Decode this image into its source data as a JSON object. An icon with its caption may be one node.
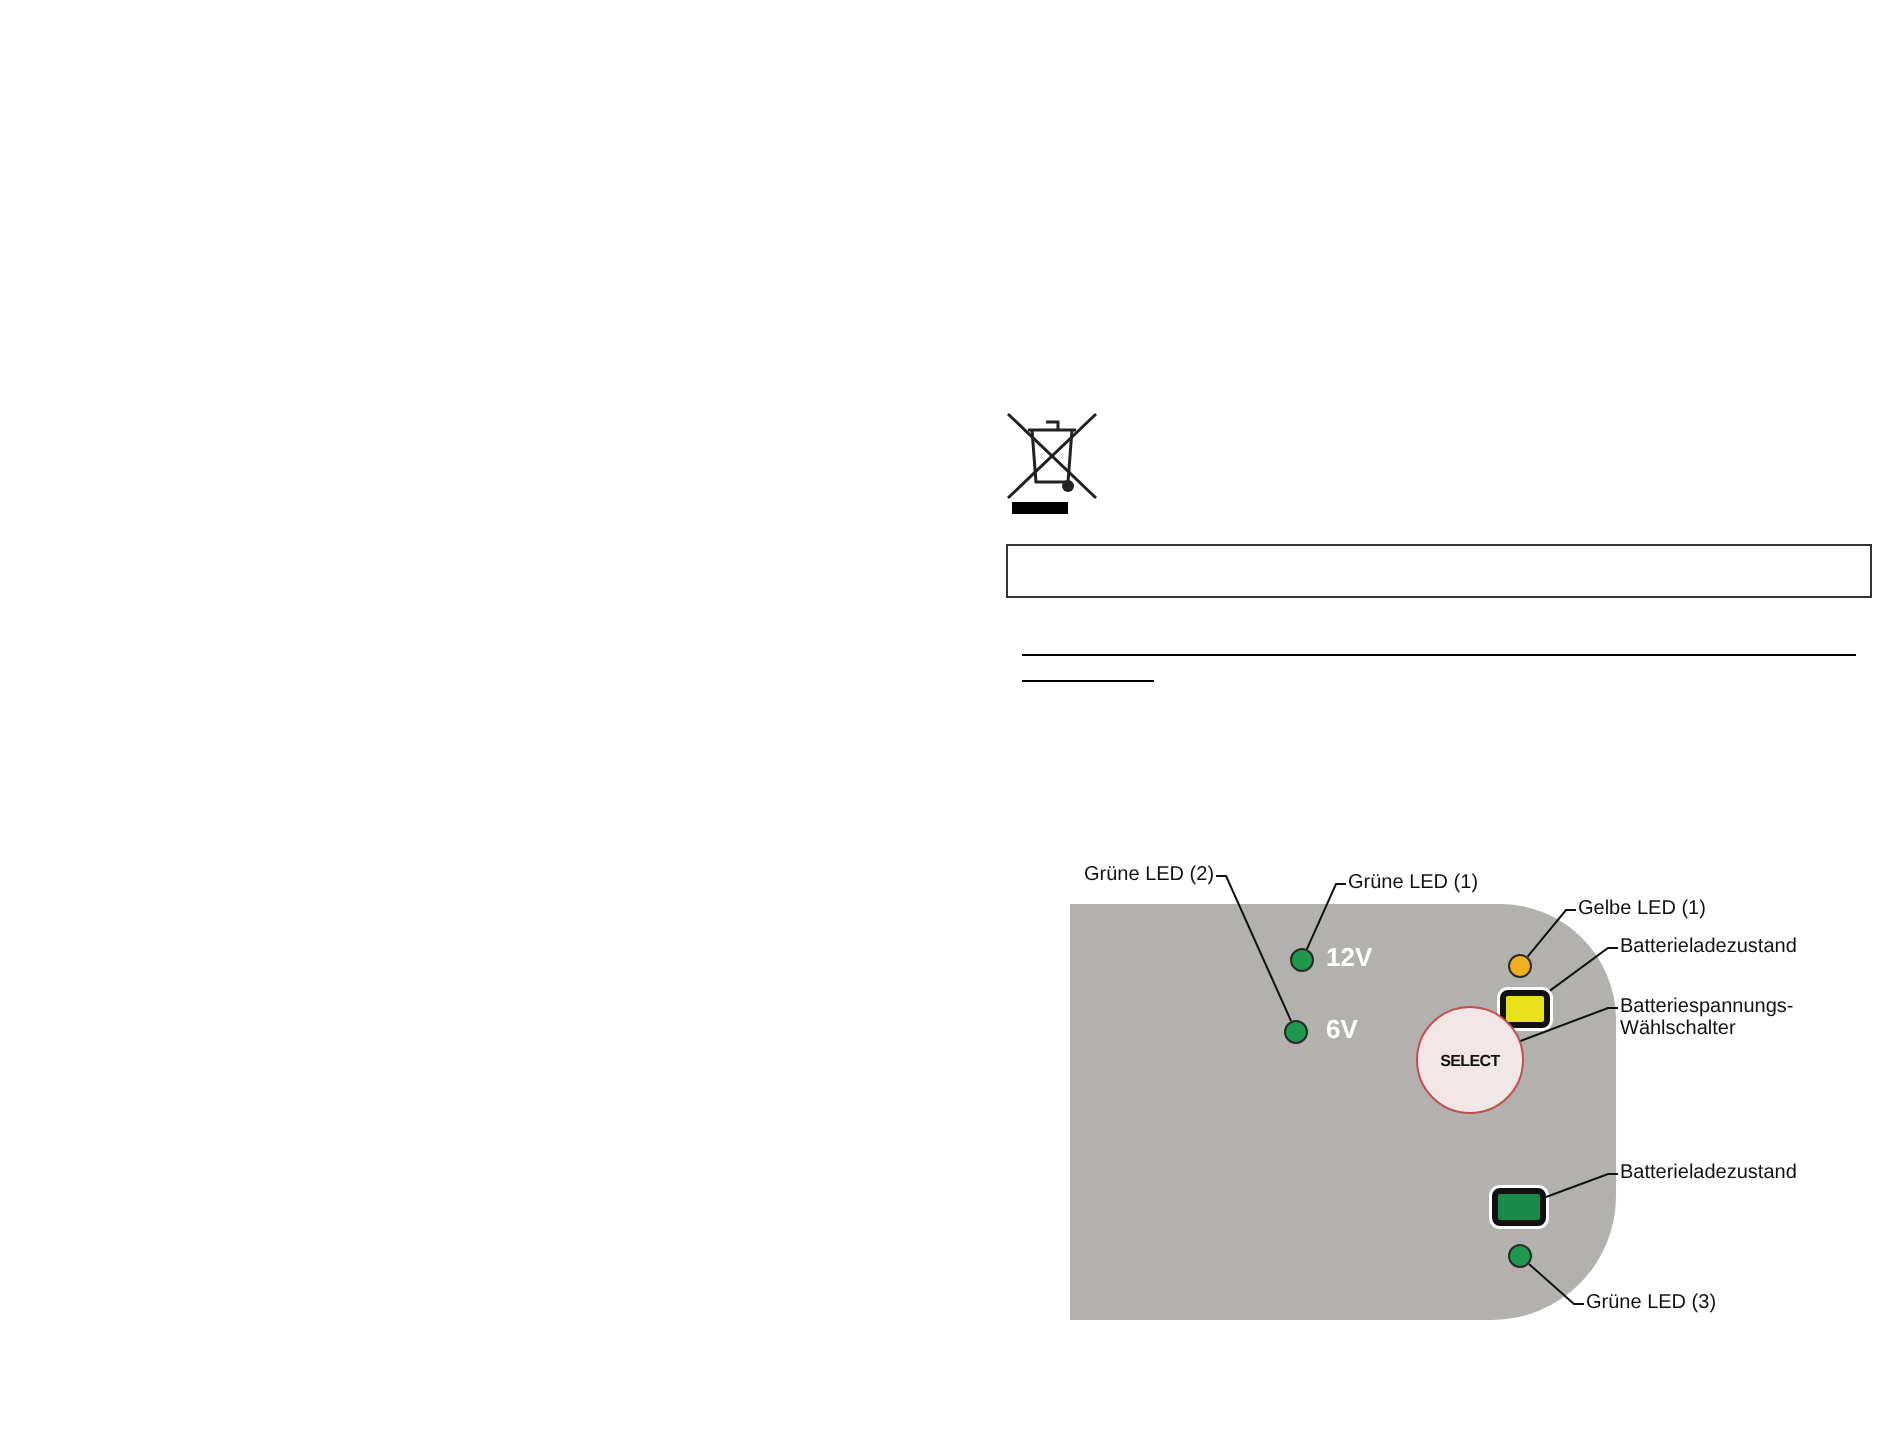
{
  "diagram": {
    "nodes": [
      {
        "text": [],
        "shape": "box"
      },
      {
        "text": [
          "Grüne LED (2)"
        ]
      },
      {
        "text": [
          "Grüne LED (1)"
        ]
      },
      {
        "text": [
          "Gelbe LED (1)"
        ]
      },
      {
        "text": [
          "Batterieladezustand"
        ]
      },
      {
        "text": [
          "Batteriespannungs- Wählschalter"
        ]
      },
      {
        "text": [
          "Batterieladezustand"
        ]
      },
      {
        "text": [
          "Grüne LED (3)"
        ]
      },
      {
        "text": [],
        "shape": "circle",
        "in": 0
      },
      {
        "text": [],
        "shape": "circle",
        "in": 0
      },
      {
        "text": [],
        "shape": "circle",
        "in": 0
      },
      {
        "text": [],
        "shape": "box",
        "in": 0
      },
      {
        "text": [
          "SELECT"
        ],
        "in": 0
      },
      {
        "text": [],
        "shape": "box",
        "in": 0
      },
      {
        "text": [],
        "shape": "circle",
        "in": 0
      }
    ],
    "edges": [
      {
        "from": 1,
        "to": 9,
        "arrow": "none"
      },
      {
        "from": 2,
        "to": 8,
        "arrow": "none"
      },
      {
        "from": 3,
        "to": 10,
        "arrow": "none"
      },
      {
        "from": 4,
        "to": 11,
        "arrow": "none"
      },
      {
        "from": 5,
        "to": 12,
        "arrow": "none"
      },
      {
        "from": 6,
        "to": 13,
        "arrow": "none"
      },
      {
        "from": 7,
        "to": 14,
        "arrow": "none"
      }
    ],
    "labels": [
      "12V",
      "6V"
    ]
  }
}
